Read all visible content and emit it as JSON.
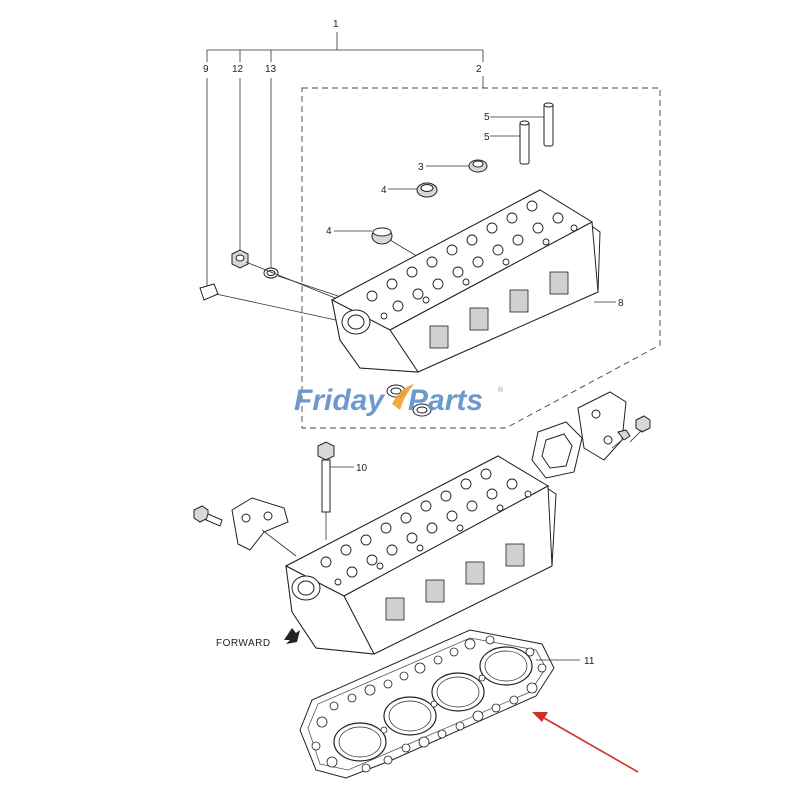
{
  "callouts": {
    "c1": "1",
    "c2": "2",
    "c3": "3",
    "c4a": "4",
    "c4b": "4",
    "c5a": "5",
    "c5b": "5",
    "c8": "8",
    "c9": "9",
    "c10": "10",
    "c11": "11",
    "c12": "12",
    "c13": "13"
  },
  "forward_label": "FORWARD",
  "watermark": {
    "part1": "Friday",
    "part2": "Parts",
    "mark": "®"
  },
  "colors": {
    "watermark_blue": "#5f8fc8",
    "watermark_orange": "#f0a030",
    "arrow_red": "#d0302a"
  },
  "icons": {
    "forward": "forward-arrow-icon",
    "pointer": "red-pointer-arrow-icon"
  }
}
